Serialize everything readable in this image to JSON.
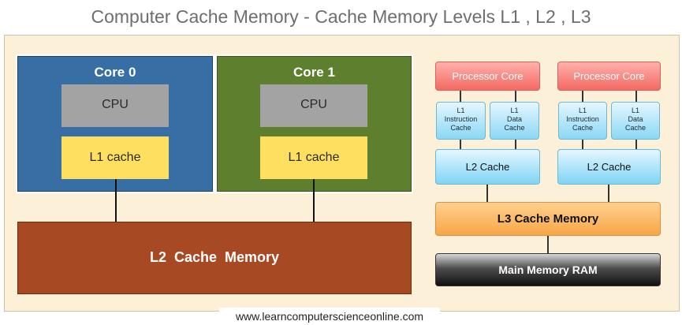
{
  "title": "Computer Cache Memory - Cache Memory Levels L1 , L2 , L3",
  "left_diagram": {
    "cores": [
      {
        "label": "Core 0",
        "cpu": "CPU",
        "l1": "L1 cache",
        "color": "#376ea4"
      },
      {
        "label": "Core 1",
        "cpu": "CPU",
        "l1": "L1 cache",
        "color": "#5d7f2e"
      }
    ],
    "l2": "L2  Cache  Memory"
  },
  "right_diagram": {
    "processors": [
      {
        "core": "Processor Core",
        "l1_instruction": [
          "L1",
          "Instruction",
          "Cache"
        ],
        "l1_data": [
          "L1",
          "Data",
          "Cache"
        ],
        "l2": "L2 Cache"
      },
      {
        "core": "Processor Core",
        "l1_instruction": [
          "L1",
          "Instruction",
          "Cache"
        ],
        "l1_data": [
          "L1",
          "Data",
          "Cache"
        ],
        "l2": "L2 Cache"
      }
    ],
    "l3": "L3 Cache Memory",
    "ram": "Main Memory RAM"
  },
  "footer": "www.learncomputerscienceonline.com",
  "colors": {
    "panel": "#fcf0d8",
    "core0": "#376ea4",
    "core1": "#5d7f2e",
    "cpu": "#a3a3a3",
    "l1_cache": "#fedf5f",
    "l2_cache": "#a74a24",
    "processor_core": "#f26a63",
    "l1_l2_small": "#8ad8f6",
    "l3": "#f6a646",
    "ram": "#111111"
  }
}
